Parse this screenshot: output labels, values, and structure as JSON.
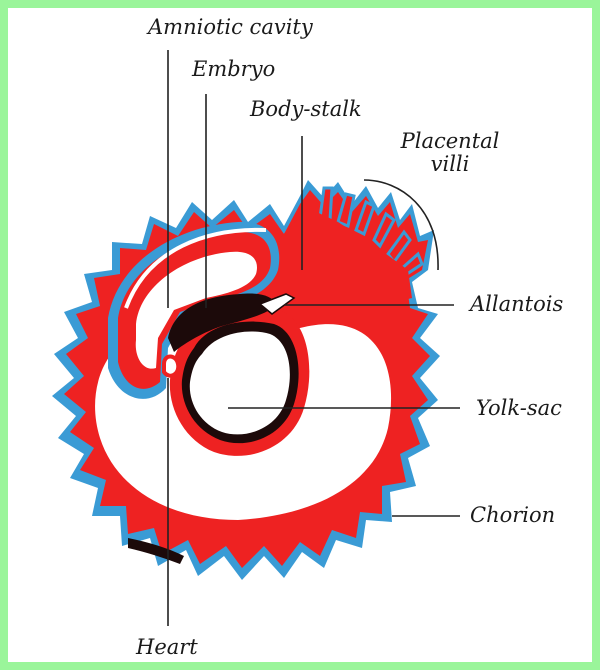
{
  "labels": {
    "amniotic_cavity": "Amniotic cavity",
    "embryo": "Embryo",
    "body_stalk": "Body-stalk",
    "placental_villi_line1": "Placental",
    "placental_villi_line2": "villi",
    "allantois": "Allantois",
    "yolk_sac": "Yolk-sac",
    "chorion": "Chorion",
    "heart": "Heart"
  },
  "colors": {
    "frame": "#9af59a",
    "mesoderm": "#ee2222",
    "trophoblast": "#3a9bd5",
    "endoderm": "#1c0a0a",
    "leader": "#222222"
  }
}
